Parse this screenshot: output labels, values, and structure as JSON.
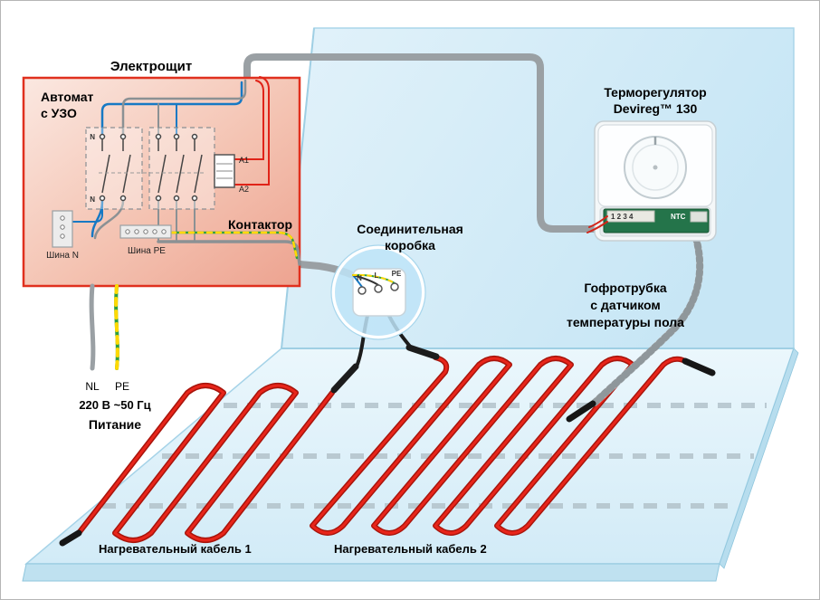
{
  "colors": {
    "heating_cable": "#e8251a",
    "panel_border": "#e0301e",
    "pcb_green": "#24744a",
    "wall_blue": "#cde8f6",
    "floor_blue": "#e3f2fb",
    "cable_gray": "#9aa0a4",
    "pe_green": "#2f9e3f",
    "pe_yellow": "#ffd900",
    "neutral_blue": "#1779c4"
  },
  "panel": {
    "title": "Электрощит",
    "breaker_label_line1": "Автомат",
    "breaker_label_line2": "с УЗО",
    "contactor_label": "Контактор",
    "bus_n_label": "Шина N",
    "bus_pe_label": "Шина PE",
    "coil_terminal_a1": "A1",
    "coil_terminal_a2": "A2",
    "neutral_terminal": "N"
  },
  "supply": {
    "nl_label": "NL",
    "pe_label": "PE",
    "voltage": "220 В ~50 Гц",
    "title": "Питание"
  },
  "junction_box": {
    "label_line1": "Соединительная",
    "label_line2": "коробка",
    "terminal_n": "N",
    "terminal_l": "L",
    "terminal_pe": "PE"
  },
  "thermostat": {
    "label_line1": "Терморегулятор",
    "label_line2": "Devireg™ 130",
    "terminals": "1 2 3 4",
    "sensor_terminal": "NTC"
  },
  "conduit": {
    "label_line1": "Гофротрубка",
    "label_line2": "с датчиком",
    "label_line3": "температуры пола"
  },
  "floor_cables": {
    "cable1_label": "Нагревательный кабель 1",
    "cable2_label": "Нагревательный кабель 2"
  }
}
